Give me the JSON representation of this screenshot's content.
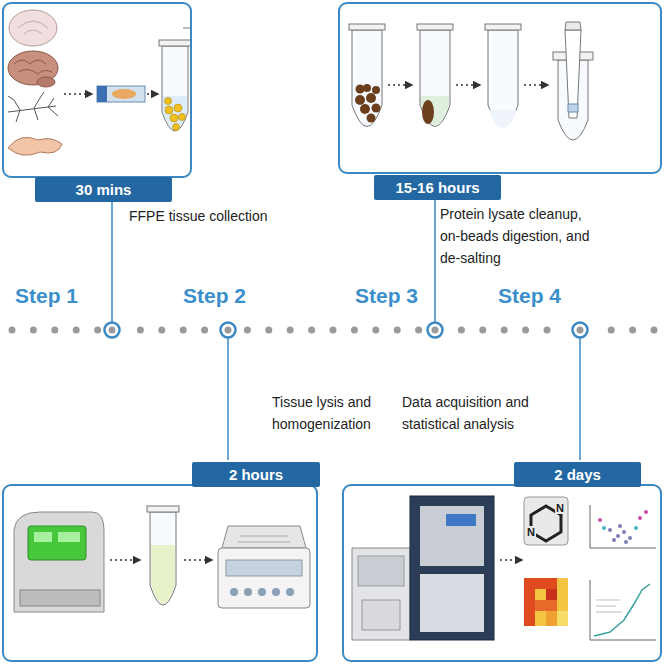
{
  "diagram": {
    "nodes": [
      {
        "text": [
          "30 mins",
          "FFPE tissue collection"
        ]
      },
      {
        "text": [
          "15-16 hours",
          "Protein lysate cleanup, on-beads digestion, and de-salting"
        ]
      },
      {
        "text": [
          "Tissue lysis and homogenization",
          "2 hours"
        ]
      },
      {
        "text": [
          "Data acquisition and statistical analysis",
          "2 days"
        ]
      }
    ],
    "labels": [
      "Step 1",
      "Step 2",
      "Step 3",
      "Step 4",
      "N",
      "N"
    ]
  }
}
